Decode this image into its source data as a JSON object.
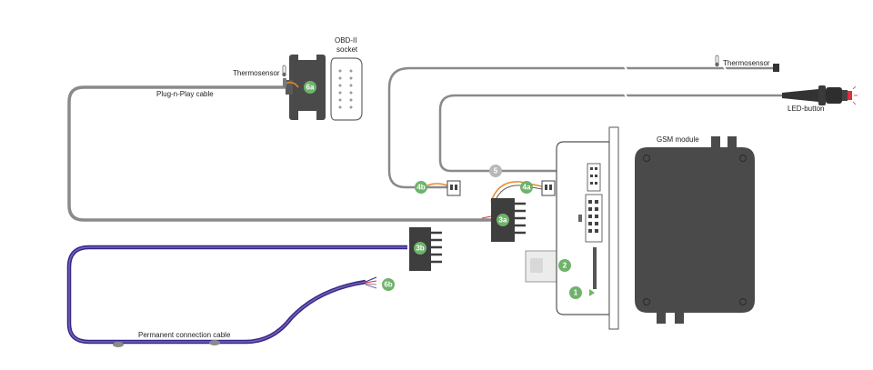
{
  "labels": {
    "thermosensor_left": "Thermosensor",
    "obd_line1": "OBD-II",
    "obd_line2": "socket",
    "plug_cable": "Plug-n-Play cable",
    "thermosensor_right": "Thermosensor",
    "led_button": "LED-button",
    "gsm_module": "GSM module",
    "permanent_cable": "Permanent connection cable"
  },
  "badges": {
    "b6a": "6a",
    "b4b": "4b",
    "b5": "5",
    "b4a": "4a",
    "b3a": "3a",
    "b3b": "3b",
    "b2": "2",
    "b1": "1",
    "b6b": "6b"
  },
  "colors": {
    "badge_green": "#6fb36b",
    "badge_grey": "#b8b8b8",
    "cable_grey": "#8a8a8a",
    "connector_dark": "#4a4a4a",
    "orange_wire": "#e8892a",
    "blue_wire": "#2c2a8c",
    "purple_wire": "#8a5ab0",
    "led_red": "#e0303a"
  },
  "icons": [
    "thermometer-icon",
    "thermometer-icon"
  ]
}
